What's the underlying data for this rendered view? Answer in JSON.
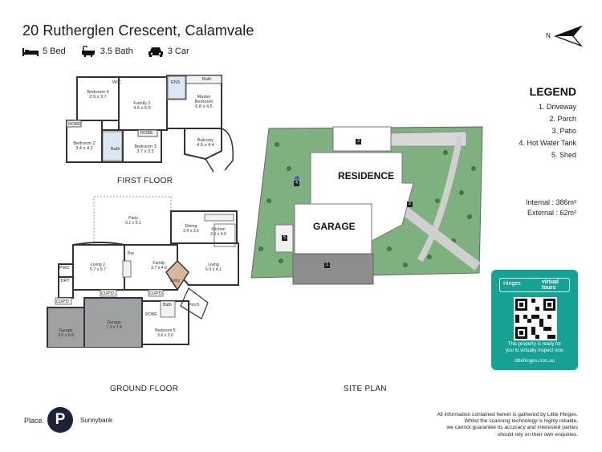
{
  "header": {
    "address": "20 Rutherglen Crescent, Calamvale",
    "beds": "5 Bed",
    "baths": "3.5 Bath",
    "cars": "3 Car",
    "compass_label": "N"
  },
  "first_floor": {
    "label": "FIRST FLOOR",
    "rooms": {
      "wic": "WIC",
      "bedroom4": "Bedroom 4",
      "bedroom4_size": "2.9 x 3.7",
      "family2": "Family 2",
      "family2_size": "4.5 x 5.9",
      "ens": "ENS",
      "bath_top": "Bath",
      "master": "Master",
      "master_sub": "Bedroom",
      "master_size": "6.8 x 4.5",
      "robe1": "ROBE",
      "robe2": "ROBE",
      "bedroom2": "Bedroom 2",
      "bedroom2_size": "3.4 x 4.2",
      "bath": "Bath",
      "bedroom3": "Bedroom 3",
      "bedroom3_size": "3.7 x 3.2",
      "balcony": "Balcony",
      "balcony_size": "4.5 x 4.4"
    }
  },
  "ground_floor": {
    "label": "GROUND FLOOR",
    "rooms": {
      "patio": "Patio",
      "patio_size": "9.1 x 5.1",
      "dining": "Dining",
      "dining_size": "3.4 x 3.6",
      "kitchen": "Kitchen",
      "kitchen_size": "3.5 x 4.0",
      "living2": "Living 2",
      "living2_size": "5.7 x 5.7",
      "bar": "Bar",
      "family": "Family",
      "family_size": "3.7 x 4.6",
      "living": "Living",
      "living_size": "6.9 x 4.1",
      "pwd": "PWD",
      "ldry": "L'DRY",
      "cupd1": "CUP'D",
      "cupd2": "CUP'D",
      "cupd3": "CUP'D",
      "entry": "Entry",
      "porch": "Porch",
      "bath": "Bath",
      "robe": "ROBE",
      "garage_small": "Garage",
      "garage_small_size": "3.6 x 6.6",
      "garage": "Garage",
      "garage_size": "7.3 x 7.4",
      "bedroom5": "Bedroom 5",
      "bedroom5_size": "3.6 x 3.0"
    }
  },
  "site_plan": {
    "label": "SITE PLAN",
    "residence": "RESIDENCE",
    "garage": "GARAGE",
    "markers": [
      "1",
      "2",
      "3",
      "4",
      "5"
    ]
  },
  "legend": {
    "title": "LEGEND",
    "items": [
      "1. Driveway",
      "2. Porch",
      "3. Patio",
      "4. Hot Water Tank",
      "5. Shed"
    ]
  },
  "area": {
    "internal_label": "Internal",
    "internal_value": ": 386m²",
    "external_label": "External",
    "external_value": ":   62m²"
  },
  "virtual_tour": {
    "brand": "Hinges",
    "badge_line1": "virtual",
    "badge_line2": "tours",
    "text_line1": "This property is ready for",
    "text_line2": "you to virtually inspect now",
    "url": "littlehinges.com.au",
    "accent": "#15a295"
  },
  "footer": {
    "brand": "Place.",
    "logo_letter": "P",
    "office": "Sunnybank",
    "disclaimer": [
      "All information contained herein is gathered by Little Hinges.",
      "Whilst the scanning technology is highly reliable,",
      "we cannot guarantee its accuracy and interested parties",
      "should rely on their own enquiries."
    ]
  }
}
